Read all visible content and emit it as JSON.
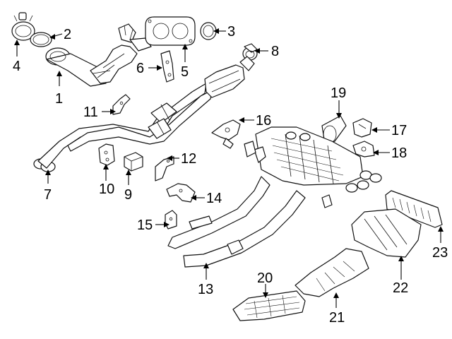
{
  "diagram": {
    "callouts": [
      {
        "id": "1",
        "label": "1"
      },
      {
        "id": "2",
        "label": "2"
      },
      {
        "id": "3",
        "label": "3"
      },
      {
        "id": "4",
        "label": "4"
      },
      {
        "id": "5",
        "label": "5"
      },
      {
        "id": "6",
        "label": "6"
      },
      {
        "id": "7",
        "label": "7"
      },
      {
        "id": "8",
        "label": "8"
      },
      {
        "id": "9",
        "label": "9"
      },
      {
        "id": "10",
        "label": "10"
      },
      {
        "id": "11",
        "label": "11"
      },
      {
        "id": "12",
        "label": "12"
      },
      {
        "id": "13",
        "label": "13"
      },
      {
        "id": "14",
        "label": "14"
      },
      {
        "id": "15",
        "label": "15"
      },
      {
        "id": "16",
        "label": "16"
      },
      {
        "id": "17",
        "label": "17"
      },
      {
        "id": "18",
        "label": "18"
      },
      {
        "id": "19",
        "label": "19"
      },
      {
        "id": "20",
        "label": "20"
      },
      {
        "id": "21",
        "label": "21"
      },
      {
        "id": "22",
        "label": "22"
      },
      {
        "id": "23",
        "label": "23"
      }
    ],
    "colors": {
      "line": "#111111",
      "background": "#ffffff"
    }
  }
}
